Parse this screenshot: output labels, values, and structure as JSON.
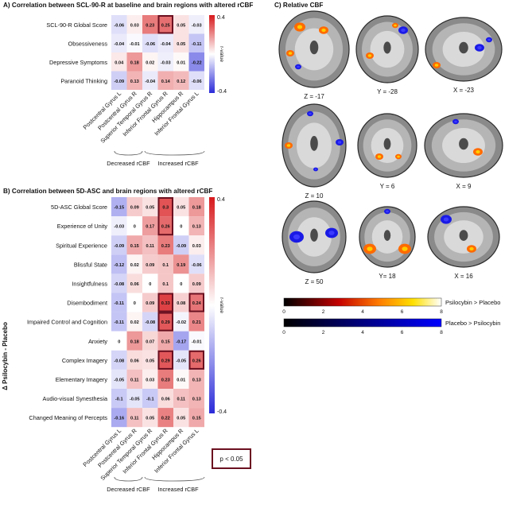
{
  "panel_a": {
    "title": "A) Correlation between SCL-90-R at baseline and brain regions with altered rCBF",
    "rows": [
      "SCL-90-R Global Score",
      "Obsessiveness",
      "Depressive Symptoms",
      "Paranoid Thinking"
    ],
    "columns": [
      "Postcentral Gyrus L",
      "Postcentral Gyrus R",
      "Superior Temporal Gyrus R",
      "Inferior Frontal Gyrus R",
      "Hippocampus R",
      "Inferior Frontal Gyrus L"
    ],
    "values": [
      [
        "-0.06",
        "0.03",
        "0.23",
        "0.25",
        "0.05",
        "-0.03"
      ],
      [
        "-0.04",
        "-0.01",
        "-0.06",
        "-0.04",
        "0.05",
        "-0.11"
      ],
      [
        "0.04",
        "0.18",
        "0.02",
        "-0.03",
        "0.01",
        "-0.22"
      ],
      [
        "-0.09",
        "0.13",
        "-0.04",
        "0.14",
        "0.12",
        "-0.06"
      ]
    ],
    "significant": [
      [
        0,
        3
      ]
    ],
    "group_decreased": "Decreased rCBF",
    "group_increased": "Increased rCBF",
    "legend_label": "r-value",
    "legend_max": "0.4",
    "legend_min": "-0.4"
  },
  "panel_b": {
    "title": "B) Correlation between 5D-ASC and brain regions with altered rCBF",
    "y_axis_label": "Δ Psilocybin - Placebo",
    "rows": [
      "5D-ASC Global Score",
      "Experience of Unity",
      "Spiritual Experience",
      "Blissful State",
      "Insightfulness",
      "Disembodiment",
      "Impaired Control and Cognition",
      "Anxiety",
      "Complex Imagery",
      "Elementary Imagery",
      "Audio-visual Synesthesia",
      "Changed Meaning of Percepts"
    ],
    "columns": [
      "Postcentral Gyrus L",
      "Postcentral Gyrus R",
      "Superior Temporal Gyrus R",
      "Inferior Frontal Gyrus R",
      "Hippocampus R",
      "Inferior Frontal Gyrus L"
    ],
    "values": [
      [
        "-0.15",
        "0.09",
        "0.05",
        "0.3",
        "0.05",
        "0.18"
      ],
      [
        "-0.03",
        "0",
        "0.17",
        "0.26",
        "0",
        "0.13"
      ],
      [
        "-0.09",
        "0.15",
        "0.11",
        "0.23",
        "-0.09",
        "0.03"
      ],
      [
        "-0.12",
        "0.02",
        "0.09",
        "0.1",
        "0.19",
        "-0.06"
      ],
      [
        "-0.08",
        "0.06",
        "0",
        "0.1",
        "0",
        "0.09"
      ],
      [
        "-0.11",
        "0",
        "0.09",
        "0.33",
        "0.08",
        "0.24"
      ],
      [
        "-0.11",
        "0.02",
        "-0.08",
        "0.29",
        "-0.02",
        "0.21"
      ],
      [
        "0",
        "0.18",
        "0.07",
        "0.15",
        "-0.17",
        "-0.01"
      ],
      [
        "-0.08",
        "0.06",
        "0.05",
        "0.29",
        "-0.05",
        "0.26"
      ],
      [
        "-0.05",
        "0.11",
        "0.03",
        "0.23",
        "0.01",
        "0.13"
      ],
      [
        "-0.1",
        "-0.05",
        "-0.1",
        "0.06",
        "0.11",
        "0.13"
      ],
      [
        "-0.16",
        "0.11",
        "0.05",
        "0.22",
        "0.05",
        "0.15"
      ]
    ],
    "significant_column_block": {
      "column": 3,
      "first_row": 0,
      "last_row": 1
    },
    "significant_cells": [
      [
        5,
        3
      ],
      [
        6,
        3
      ],
      [
        5,
        5
      ],
      [
        8,
        3
      ],
      [
        8,
        5
      ]
    ],
    "group_decreased": "Decreased rCBF",
    "group_increased": "Increased rCBF",
    "legend_label": "r-value",
    "legend_max": "0.4",
    "legend_min": "-0.4",
    "p_legend": "p < 0.05"
  },
  "panel_c": {
    "title": "C) Relative CBF",
    "slices": [
      [
        "Z = -17",
        "Y = -28",
        "X = -23"
      ],
      [
        "Z = 10",
        "Y = 6",
        "X = 9"
      ],
      [
        "Z = 50",
        "Y= 18",
        "X = 16"
      ]
    ],
    "colorbar_hot_label": "Psilocybin > Placebo",
    "colorbar_blue_label": "Placebo > Psilocybin",
    "colorbar_ticks": [
      "0",
      "2",
      "4",
      "6",
      "8"
    ]
  },
  "colors": {
    "positive": "#d7191c",
    "negative": "#2b2bd9",
    "highlight_border": "#6b1020",
    "brain_gray": "#9b9b9b"
  }
}
